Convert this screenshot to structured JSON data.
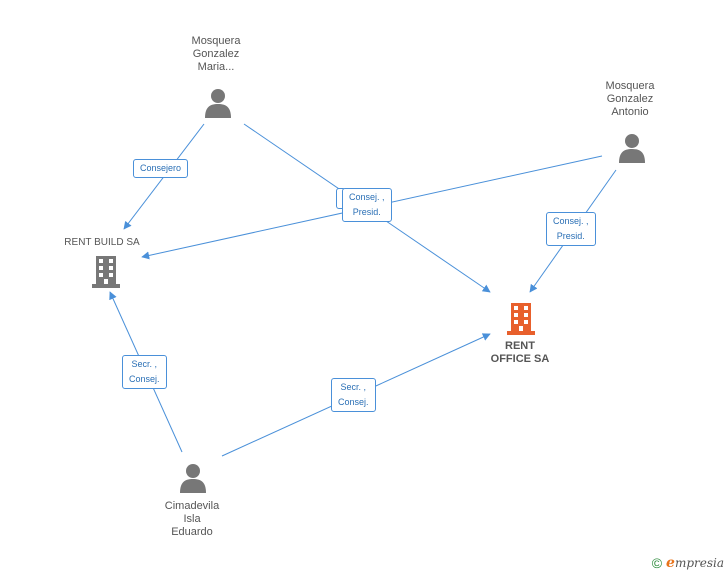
{
  "nodes": {
    "maria": {
      "lines": [
        "Mosquera",
        "Gonzalez",
        "Maria..."
      ]
    },
    "antonio": {
      "lines": [
        "Mosquera",
        "Gonzalez",
        "Antonio"
      ]
    },
    "eduardo": {
      "lines": [
        "Cimadevila",
        "Isla",
        "Eduardo"
      ]
    },
    "rent_build": {
      "lines": [
        "RENT BUILD SA"
      ]
    },
    "rent_office": {
      "lines": [
        "RENT",
        "OFFICE SA"
      ]
    }
  },
  "edges": {
    "maria_build": {
      "lines": [
        "Consejero"
      ]
    },
    "center": {
      "lines": [
        "Consej. ,",
        "Presid."
      ]
    },
    "antonio_office": {
      "lines": [
        "Consej. ,",
        "Presid."
      ]
    },
    "eduardo_build": {
      "lines": [
        "Secr. ,",
        "Consej."
      ]
    },
    "eduardo_office": {
      "lines": [
        "Secr. ,",
        "Consej."
      ]
    }
  },
  "footer": {
    "copyright": "©",
    "brand_initial": "e",
    "brand_rest": "mpresia"
  },
  "colors": {
    "edge": "#4a90d9",
    "person": "#777777",
    "company": "#777777",
    "focus_company": "#e8602c"
  }
}
